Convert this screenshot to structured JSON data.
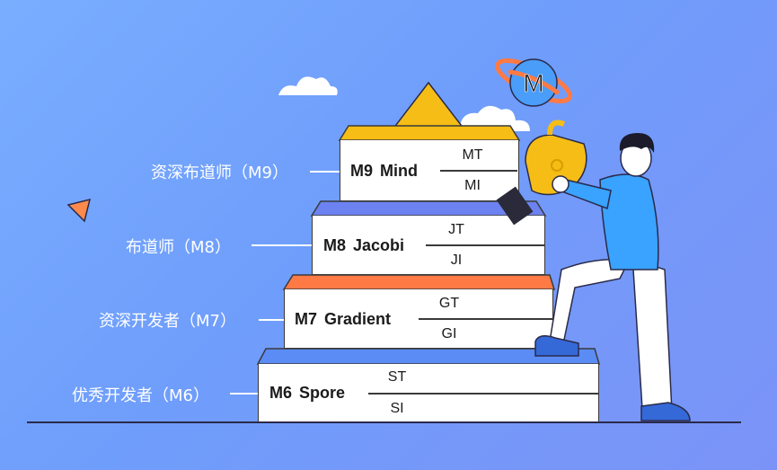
{
  "levels": [
    {
      "label": "资深布道师（M9）",
      "code": "M9",
      "name": "Mind",
      "top": "MT",
      "bottom": "MI",
      "color": "#f5bd15"
    },
    {
      "label": "布道师（M8）",
      "code": "M8",
      "name": "Jacobi",
      "top": "JT",
      "bottom": "JI",
      "color": "#6c82f0"
    },
    {
      "label": "资深开发者（M7）",
      "code": "M7",
      "name": "Gradient",
      "top": "GT",
      "bottom": "GI",
      "color": "#ff7a45"
    },
    {
      "label": "优秀开发者（M6）",
      "code": "M6",
      "name": "Spore",
      "top": "ST",
      "bottom": "SI",
      "color": "#5b8cf6"
    }
  ],
  "planet": {
    "letter": "M"
  },
  "colors": {
    "background": "#6f9dfb",
    "accent": "#f5bd15",
    "outline": "#3a3a3a"
  },
  "icons": [
    "cloud-icon",
    "planet-icon",
    "triangle-icon",
    "trophy-icon",
    "person-illustration"
  ]
}
